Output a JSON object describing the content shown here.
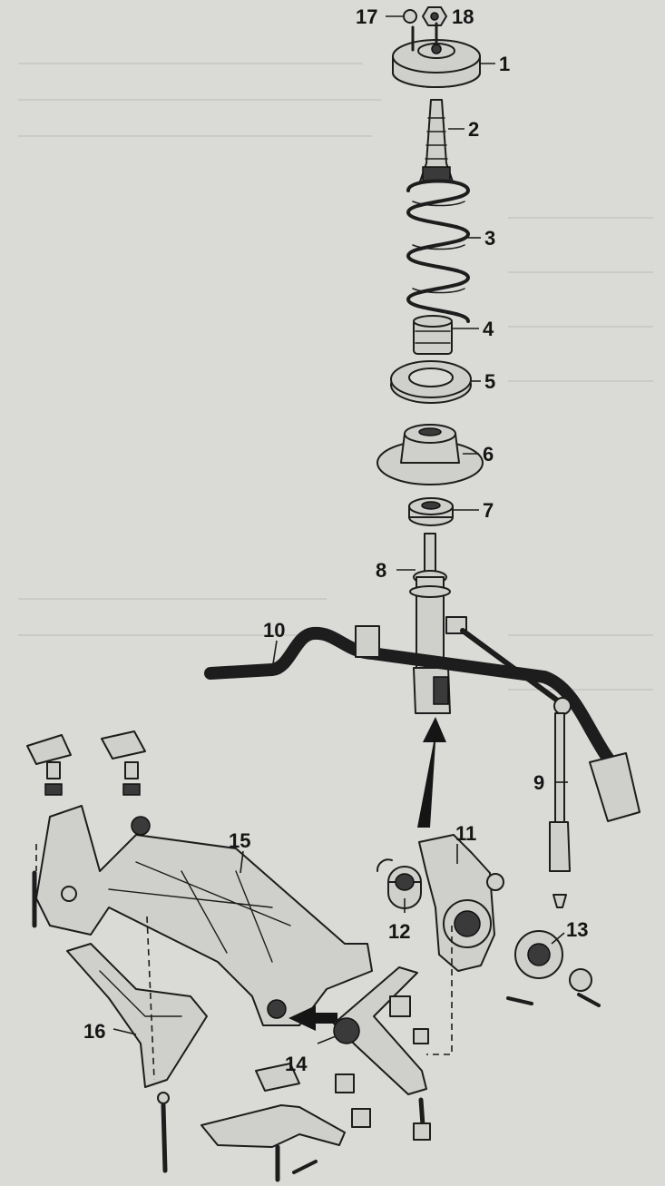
{
  "diagram": {
    "callouts": [
      {
        "id": "c1",
        "text": "1"
      },
      {
        "id": "c2",
        "text": "2"
      },
      {
        "id": "c3",
        "text": "3"
      },
      {
        "id": "c4",
        "text": "4"
      },
      {
        "id": "c5",
        "text": "5"
      },
      {
        "id": "c6",
        "text": "6"
      },
      {
        "id": "c7",
        "text": "7"
      },
      {
        "id": "c8",
        "text": "8"
      },
      {
        "id": "c9",
        "text": "9"
      },
      {
        "id": "c10",
        "text": "10"
      },
      {
        "id": "c11",
        "text": "11"
      },
      {
        "id": "c12",
        "text": "12"
      },
      {
        "id": "c13",
        "text": "13"
      },
      {
        "id": "c14",
        "text": "14"
      },
      {
        "id": "c15",
        "text": "15"
      },
      {
        "id": "c16",
        "text": "16"
      },
      {
        "id": "c17",
        "text": "17"
      },
      {
        "id": "c18",
        "text": "18"
      }
    ],
    "colors": {
      "paper": "#dadad7",
      "ink": "#1d1d1d",
      "part_fill": "#cfcfcb",
      "shade": "#3a3a3a"
    }
  }
}
